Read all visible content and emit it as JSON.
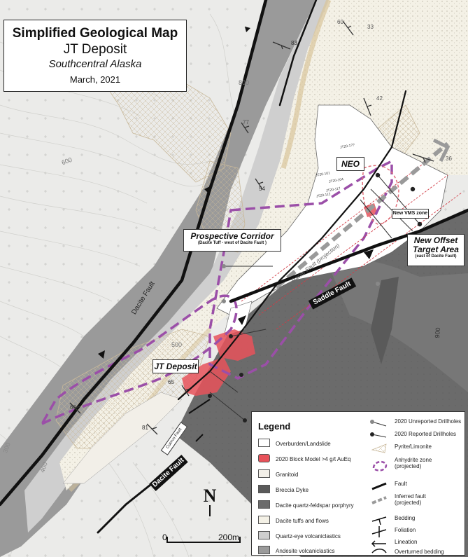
{
  "title": {
    "main": "Simplified Geological Map",
    "deposit": "JT Deposit",
    "location": "Southcentral Alaska",
    "date": "March, 2021"
  },
  "callouts": {
    "neo": "NEO",
    "prospective_corridor": "Prospective Corridor",
    "prospective_corridor_sub": "(Dacite Tuff - west of Dacite Fault )",
    "new_offset_line1": "New Offset",
    "new_offset_line2": "Target Area",
    "new_offset_sub": "(east of Dacite Fault)",
    "jt_deposit": "JT Deposit",
    "new_vms_zone": "New VMS zone"
  },
  "fault_labels": {
    "saddle_fault": "Saddle Fault",
    "dacite_fault_main": "Dacite Fault",
    "dacite_fault_west": "Dacite Fault",
    "dacite_fault_projection": "Dacite Fault (projection)",
    "cuervo_fault": "Cuervo Fault"
  },
  "contours": [
    "600",
    "800",
    "500",
    "300",
    "400",
    "900"
  ],
  "measurements": [
    "60",
    "33",
    "83",
    "42",
    "77",
    "54",
    "36",
    "65",
    "81",
    "66"
  ],
  "drillholes": [
    "JT20-1??",
    "JT20-101",
    "JT20-104",
    "JT20-117",
    "JT20-112"
  ],
  "scale": {
    "start": "0",
    "end": "200m"
  },
  "north_arrow": "N",
  "legend": {
    "title": "Legend",
    "left_items": [
      {
        "label": "Overburden/Landslide",
        "color": "#ffffff"
      },
      {
        "label": "2020 Block Model >4 g/t AuEq",
        "color": "#e8525a"
      },
      {
        "label": "Granitoid",
        "color": "#f2efe8"
      },
      {
        "label": "Breccia Dyke",
        "color": "#5a5a5a"
      },
      {
        "label": "Dacite quartz-feldspar porphyry",
        "color": "#6b6b6b"
      },
      {
        "label": "Dacite tuffs and flows",
        "color": "#f4f1e6"
      },
      {
        "label": "Quartz-eye volcaniclastics",
        "color": "#cfcfcf"
      },
      {
        "label": "Andesite volcaniclastics",
        "color": "#9a9a9a"
      }
    ],
    "right_items": [
      {
        "label": "2020 Unreported Drillholes"
      },
      {
        "label": "2020 Reported Drillholes"
      },
      {
        "label": "Pyrite/Limonite"
      },
      {
        "label": "Anhydrite zone",
        "label2": "(projected)"
      },
      {
        "label": "Fault"
      },
      {
        "label": "Inferred fault",
        "label2": "(projected)"
      },
      {
        "label": "Bedding"
      },
      {
        "label": "Foliation"
      },
      {
        "label": "Lineation"
      },
      {
        "label": "Overturned bedding"
      }
    ]
  },
  "colors": {
    "background": "#ebebe9",
    "andesite": "#9a9a9a",
    "quartz_eye": "#cfcfcf",
    "dacite_porphyry": "#6b6b6b",
    "dacite_tuff": "#f4f1e6",
    "halo": "#d9c49a",
    "anhydrite": "#9b4fa8",
    "block_model": "#e8525a",
    "inferred_fault": "#9a9a9a"
  }
}
